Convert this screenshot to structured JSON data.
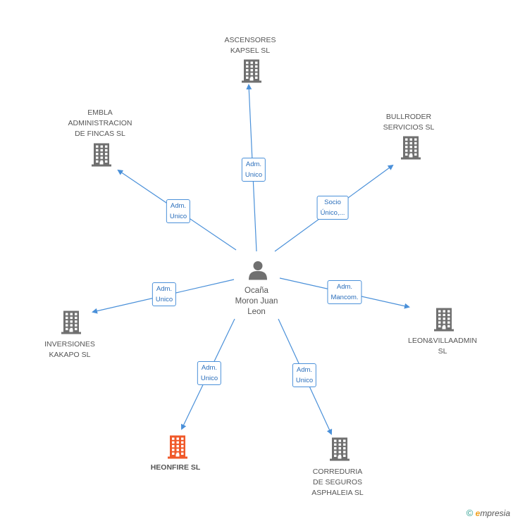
{
  "center": {
    "name_lines": [
      "Ocaña",
      "Moron Juan",
      "Leon"
    ],
    "icon": "person-icon"
  },
  "nodes": [
    {
      "id": "ascensores",
      "lines": [
        "ASCENSORES",
        "KAPSEL SL"
      ],
      "role": "Adm. Unico",
      "role_lines": [
        "Adm.",
        "Unico"
      ],
      "icon": "building-icon",
      "color": "#707070"
    },
    {
      "id": "embla",
      "lines": [
        "EMBLA",
        "ADMINISTRACION",
        "DE FINCAS SL"
      ],
      "role": "Adm. Unico",
      "role_lines": [
        "Adm.",
        "Unico"
      ],
      "icon": "building-icon",
      "color": "#707070"
    },
    {
      "id": "bullroder",
      "lines": [
        "BULLRODER",
        "SERVICIOS SL"
      ],
      "role": "Socio Único,...",
      "role_lines": [
        "Socio",
        "Único,..."
      ],
      "icon": "building-icon",
      "color": "#707070"
    },
    {
      "id": "inversiones",
      "lines": [
        "INVERSIONES",
        "KAKAPO SL"
      ],
      "role": "Adm. Unico",
      "role_lines": [
        "Adm.",
        "Unico"
      ],
      "icon": "building-icon",
      "color": "#707070"
    },
    {
      "id": "leonvilla",
      "lines": [
        "LEON&VILLAADMIN",
        "SL"
      ],
      "role": "Adm. Mancom.",
      "role_lines": [
        "Adm.",
        "Mancom."
      ],
      "icon": "building-icon",
      "color": "#707070"
    },
    {
      "id": "heonfire",
      "lines": [
        "HEONFIRE SL"
      ],
      "role": "Adm. Unico",
      "role_lines": [
        "Adm.",
        "Unico"
      ],
      "icon": "building-icon",
      "color": "#f0592a",
      "highlight": true
    },
    {
      "id": "correduria",
      "lines": [
        "CORREDURIA",
        "DE SEGUROS",
        "ASPHALEIA SL"
      ],
      "role": "Adm. Unico",
      "role_lines": [
        "Adm.",
        "Unico"
      ],
      "icon": "building-icon",
      "color": "#707070"
    }
  ],
  "colors": {
    "edge": "#4a90d9",
    "building": "#707070",
    "highlight": "#f0592a"
  },
  "footer": {
    "copyright": "©",
    "brand_initial": "e",
    "brand_rest": "mpresia"
  }
}
